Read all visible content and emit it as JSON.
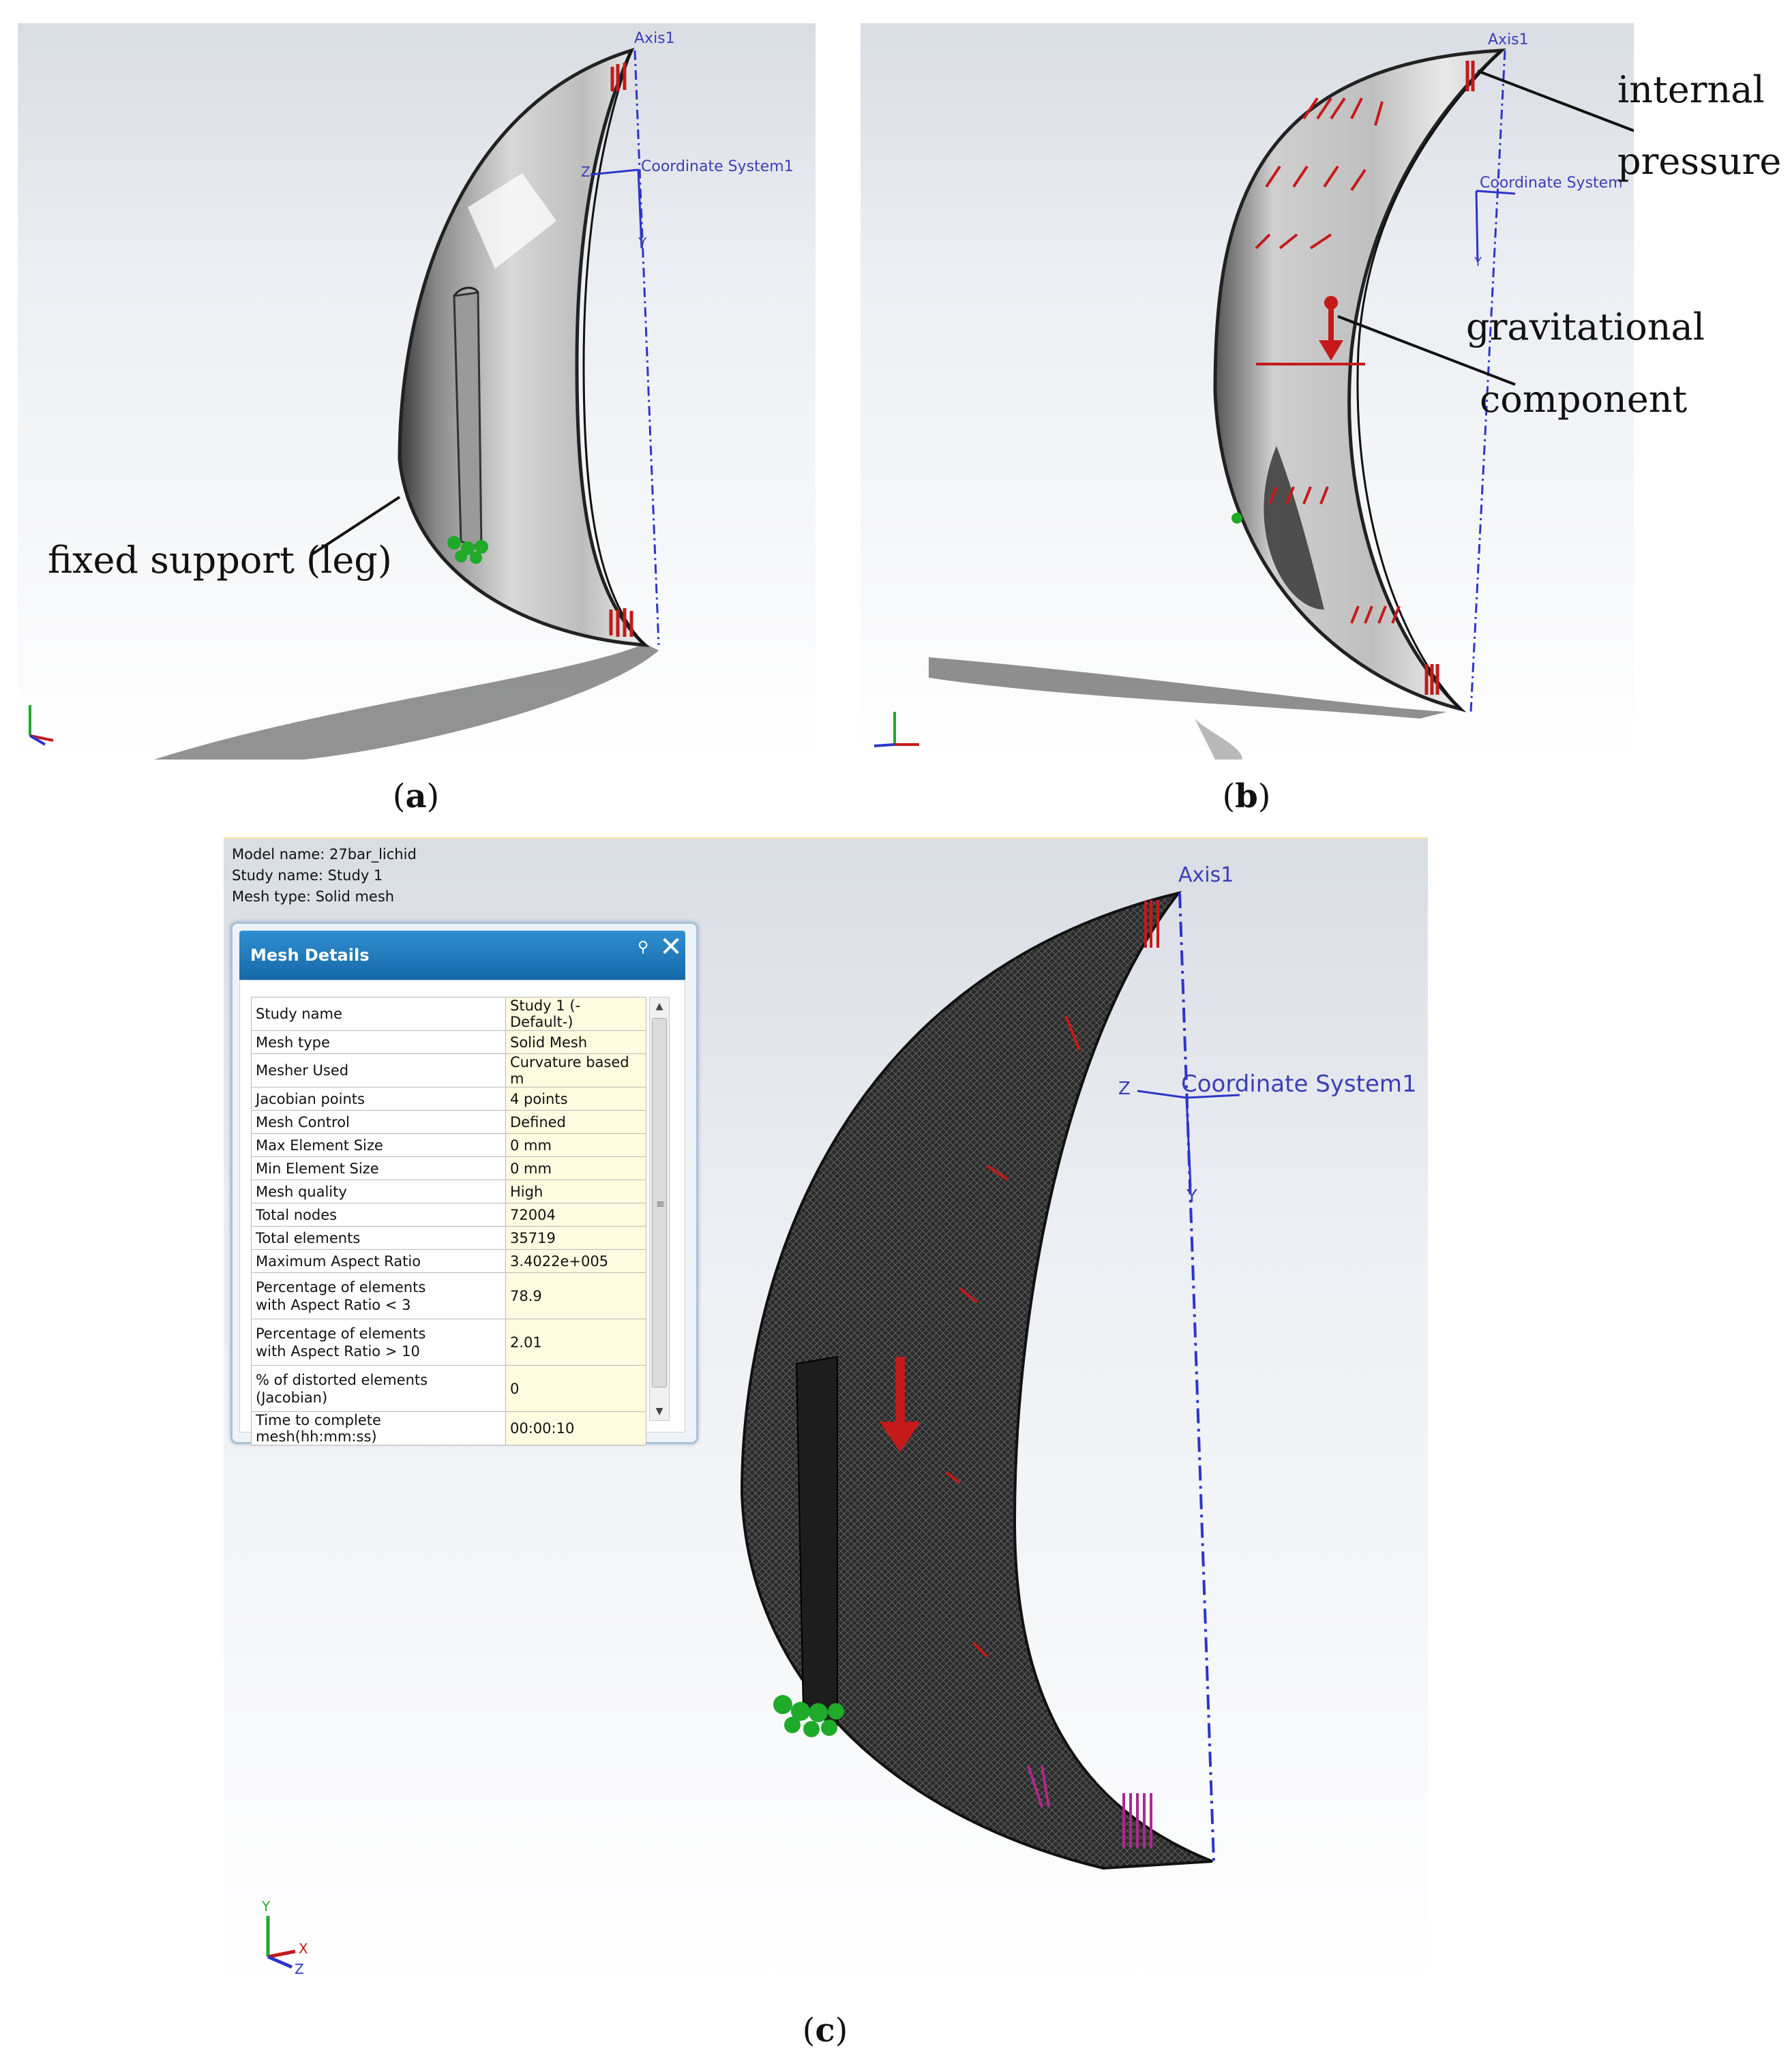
{
  "panel_a": {
    "caption_letter": "a",
    "annotation": "fixed support (leg)",
    "axis_label": "Axis1",
    "coord_label": "Coordinate System1",
    "z_label": "Z",
    "y_label": "Y"
  },
  "panel_b": {
    "caption_letter": "b",
    "annotation_pressure_line1": "internal",
    "annotation_pressure_line2": "pressure",
    "annotation_gravity_line1": "gravitational",
    "annotation_gravity_line2": "component",
    "axis_label": "Axis1",
    "coord_label": "Coordinate System",
    "y_label": "Y"
  },
  "panel_c": {
    "caption_letter": "c",
    "model_name": "Model name: 27bar_lichid",
    "study_name": "Study name: Study 1",
    "mesh_type": "Mesh type: Solid mesh",
    "axis_label": "Axis1",
    "coord_label": "Coordinate System1",
    "z_label": "Z",
    "y_label": "Y",
    "triad_y": "Y",
    "triad_x": "X",
    "triad_z": "Z"
  },
  "mesh_details": {
    "title": "Mesh Details",
    "pin_icon": "pin-icon",
    "close_icon": "close-icon",
    "rows": [
      {
        "key": "Study name",
        "value": "Study 1 (-Default-)"
      },
      {
        "key": "Mesh type",
        "value": "Solid Mesh"
      },
      {
        "key": "Mesher Used",
        "value": "Curvature based m"
      },
      {
        "key": "Jacobian points",
        "value": "4 points"
      },
      {
        "key": "Mesh Control",
        "value": "Defined"
      },
      {
        "key": "Max Element Size",
        "value": "0 mm"
      },
      {
        "key": "Min Element Size",
        "value": "0 mm"
      },
      {
        "key": "Mesh quality",
        "value": "High"
      },
      {
        "key": "Total nodes",
        "value": "72004"
      },
      {
        "key": "Total elements",
        "value": "35719"
      },
      {
        "key": "Maximum Aspect Ratio",
        "value": "3.4022e+005"
      },
      {
        "key_line1": "Percentage of elements",
        "key_line2": "with Aspect Ratio < 3",
        "value": "78.9"
      },
      {
        "key_line1": "Percentage of elements",
        "key_line2": "with Aspect Ratio > 10",
        "value": "2.01"
      },
      {
        "key_line1": "% of distorted elements",
        "key_line2": "(Jacobian)",
        "value": "0"
      },
      {
        "key": "Time to complete mesh(hh:mm:ss)",
        "value": "00:00:10"
      }
    ]
  },
  "colors": {
    "load_red": "#c41a1a",
    "fixture_green": "#1faa2a",
    "axis_blue": "#2d35c8",
    "dialog_title": "#1e7fc0",
    "mesh_dark": "#2b2b2b"
  }
}
